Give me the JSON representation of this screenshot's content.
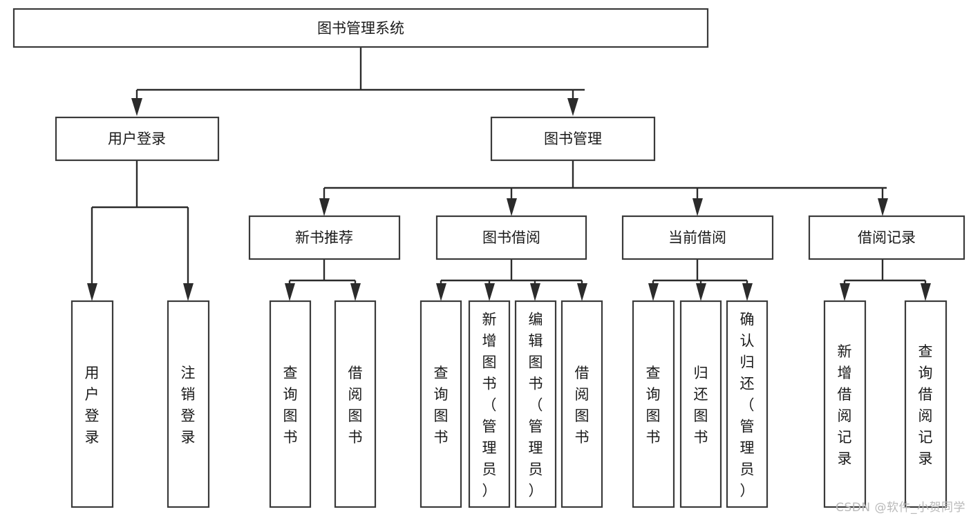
{
  "diagram": {
    "type": "tree-hierarchy",
    "title": "图书管理系统",
    "watermark": "CSDN @软件_小贺同学",
    "colors": {
      "background": "#ffffff",
      "box_stroke": "#3a3a3a",
      "box_fill": "#ffffff",
      "edge": "#2b2b2b",
      "text": "#1a1a1a",
      "watermark": "#b9b9b9"
    },
    "levels": [
      {
        "level": 0,
        "nodes": [
          {
            "id": "root",
            "label": "图书管理系统",
            "orientation": "horizontal"
          }
        ]
      },
      {
        "level": 1,
        "nodes": [
          {
            "id": "login",
            "label": "用户登录",
            "orientation": "horizontal",
            "parent": "root"
          },
          {
            "id": "bookmgmt",
            "label": "图书管理",
            "orientation": "horizontal",
            "parent": "root"
          }
        ]
      },
      {
        "level": 2,
        "nodes": [
          {
            "id": "newbook",
            "label": "新书推荐",
            "orientation": "horizontal",
            "parent": "bookmgmt"
          },
          {
            "id": "borrow",
            "label": "图书借阅",
            "orientation": "horizontal",
            "parent": "bookmgmt"
          },
          {
            "id": "current",
            "label": "当前借阅",
            "orientation": "horizontal",
            "parent": "bookmgmt"
          },
          {
            "id": "records",
            "label": "借阅记录",
            "orientation": "horizontal",
            "parent": "bookmgmt"
          }
        ]
      },
      {
        "level": 3,
        "nodes": [
          {
            "id": "leaf1",
            "label": "用户登录",
            "orientation": "vertical",
            "parent": "login"
          },
          {
            "id": "leaf2",
            "label": "注销登录",
            "orientation": "vertical",
            "parent": "login"
          },
          {
            "id": "leaf3",
            "label": "查询图书",
            "orientation": "vertical",
            "parent": "newbook"
          },
          {
            "id": "leaf4",
            "label": "借阅图书",
            "orientation": "vertical",
            "parent": "newbook"
          },
          {
            "id": "leaf5",
            "label": "查询图书",
            "orientation": "vertical",
            "parent": "borrow"
          },
          {
            "id": "leaf6",
            "label": "新增图书（管理员）",
            "orientation": "vertical",
            "parent": "borrow"
          },
          {
            "id": "leaf7",
            "label": "编辑图书（管理员）",
            "orientation": "vertical",
            "parent": "borrow"
          },
          {
            "id": "leaf8",
            "label": "借阅图书",
            "orientation": "vertical",
            "parent": "borrow"
          },
          {
            "id": "leaf9",
            "label": "查询图书",
            "orientation": "vertical",
            "parent": "current"
          },
          {
            "id": "leaf10",
            "label": "归还图书",
            "orientation": "vertical",
            "parent": "current"
          },
          {
            "id": "leaf11",
            "label": "确认归还（管理员）",
            "orientation": "vertical",
            "parent": "current"
          },
          {
            "id": "leaf12",
            "label": "新增借阅记录",
            "orientation": "vertical",
            "parent": "records"
          },
          {
            "id": "leaf13",
            "label": "查询借阅记录",
            "orientation": "vertical",
            "parent": "records"
          }
        ]
      }
    ]
  }
}
